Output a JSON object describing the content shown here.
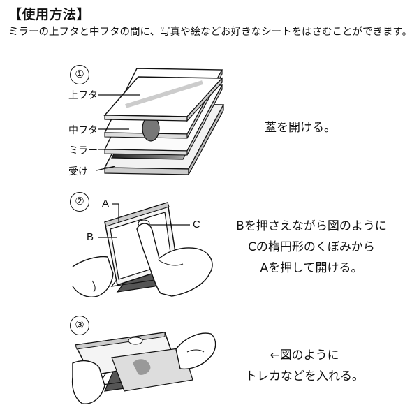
{
  "heading": "【使用方法】",
  "intro": "ミラーの上フタと中フタの間に、写真や絵などお好きなシートをはさむことができます。",
  "steps": [
    {
      "number": "①",
      "parts": [
        "上フタ",
        "中フタ",
        "ミラー",
        "受け"
      ],
      "caption_lines": [
        "蓋を開ける。"
      ]
    },
    {
      "number": "②",
      "letters": [
        "A",
        "B",
        "C"
      ],
      "caption_lines": [
        "Bを押さえながら図のように",
        "Cの楕円形のくぼみから",
        "Aを押して開ける。"
      ]
    },
    {
      "number": "③",
      "caption_lines": [
        "←図のように",
        "トレカなどを入れる。"
      ]
    }
  ]
}
